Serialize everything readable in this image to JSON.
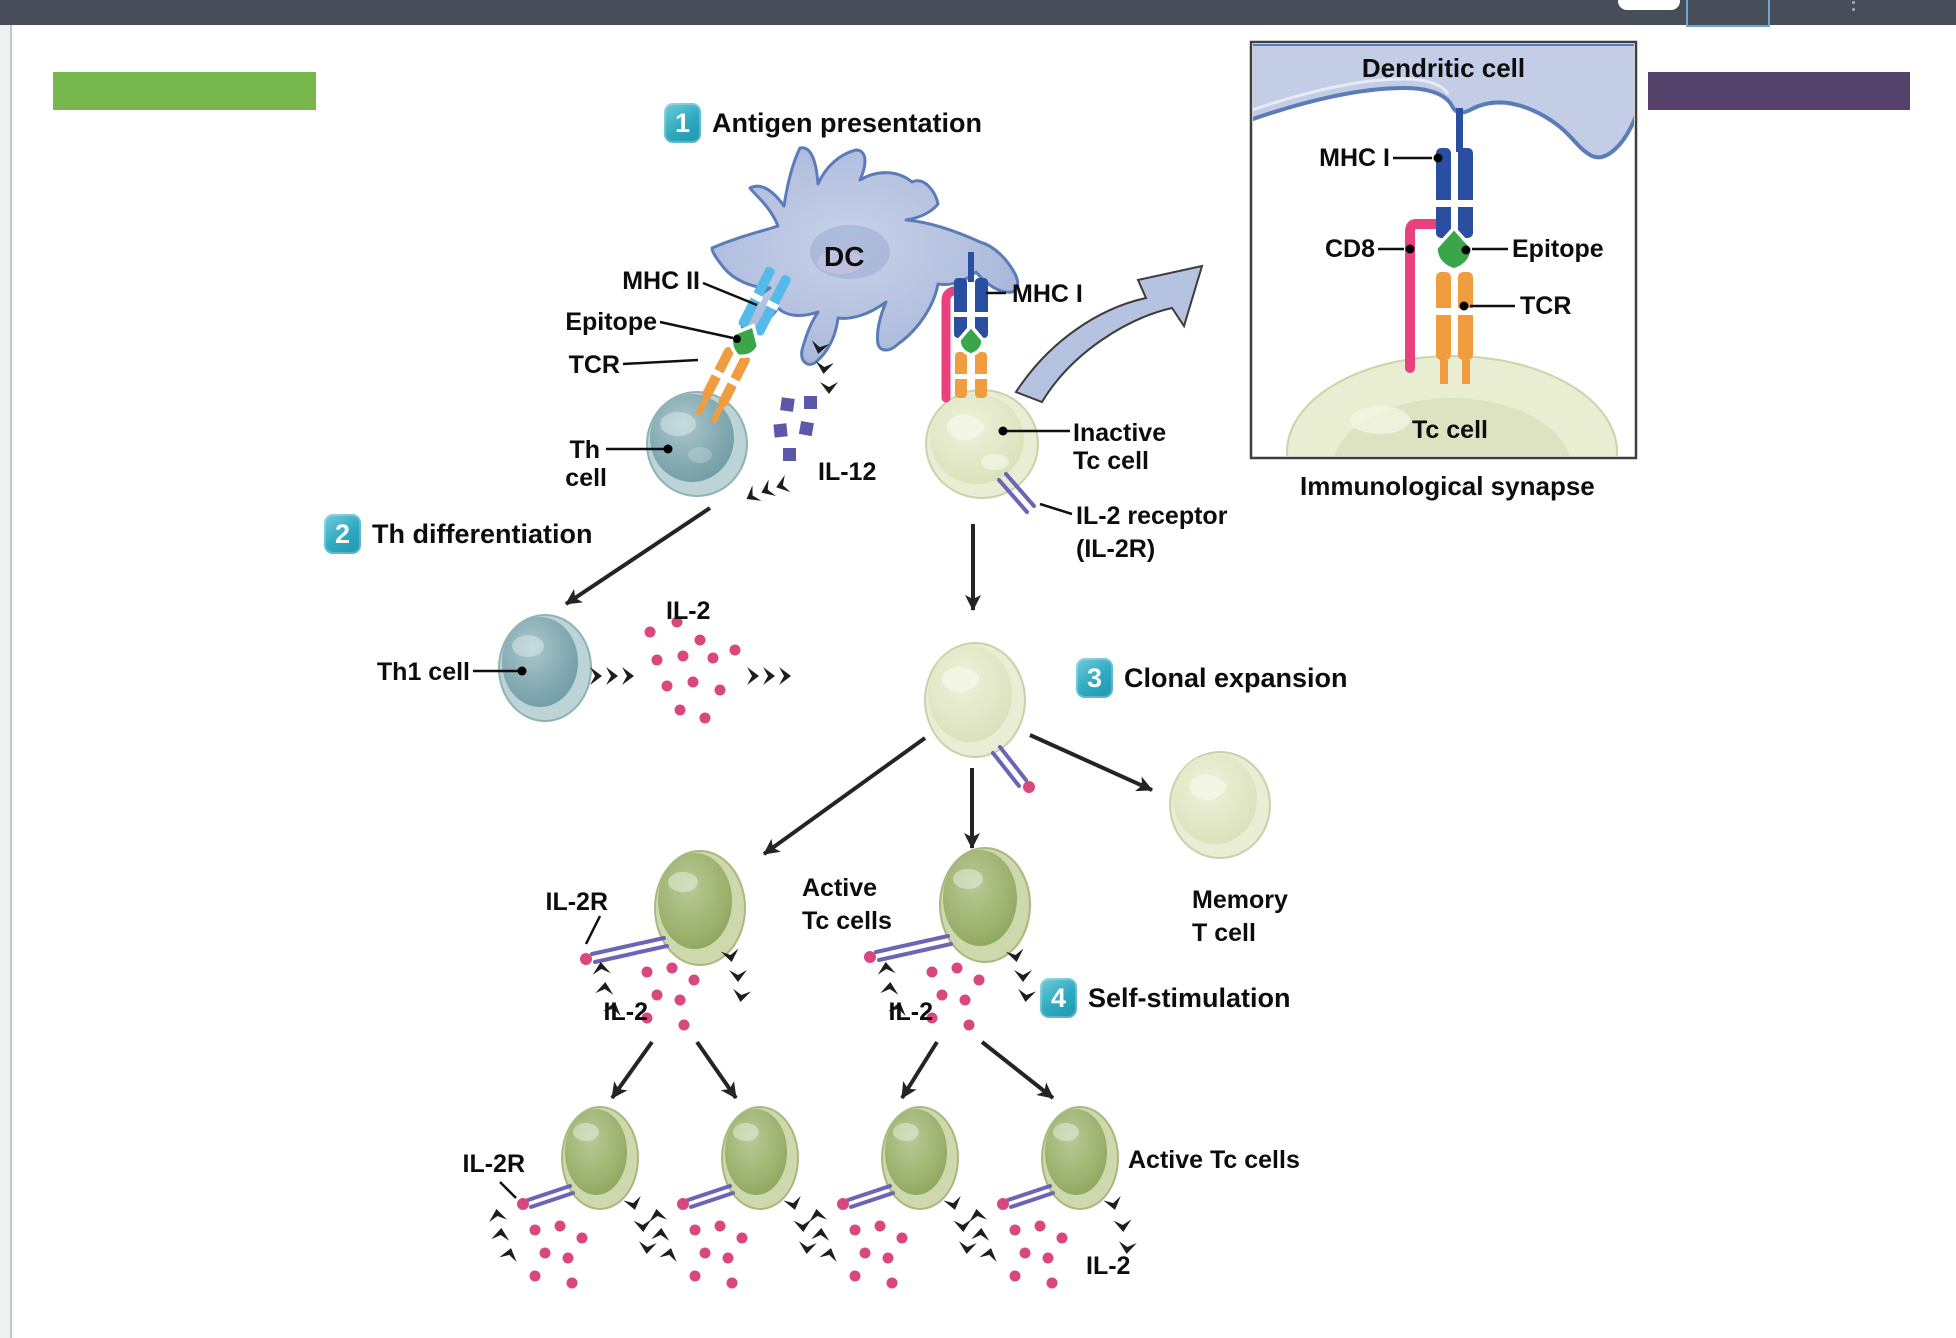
{
  "colors": {
    "topbar": "#474e59",
    "green_bar": "#77b74d",
    "purple_bar": "#534169",
    "badge_teal": "#2fa9c0",
    "il2_pink": "#d8487c",
    "il12_purple": "#5c57a9",
    "mhc2_blue": "#55b9e9",
    "mhc1_blue": "#2b4fa0",
    "tcr_orange": "#f09d3f",
    "cd8_pink": "#e8417e",
    "epitope_green": "#3ba54a",
    "il2r_purple": "#6a65b5"
  },
  "figure": {
    "steps": [
      {
        "num": "1",
        "title": "Antigen presentation"
      },
      {
        "num": "2",
        "title": "Th differentiation"
      },
      {
        "num": "3",
        "title": "Clonal expansion"
      },
      {
        "num": "4",
        "title": "Self-stimulation"
      }
    ],
    "antigen_presentation": {
      "dc": "DC",
      "mhc_ii": "MHC II",
      "epitope": "Epitope",
      "tcr": "TCR",
      "th_cell": [
        "Th",
        "cell"
      ],
      "il12": "IL-12",
      "mhc_i": "MHC I",
      "inactive_tc": [
        "Inactive",
        "Tc cell"
      ],
      "il2_receptor": [
        "IL-2 receptor",
        "(IL-2R)"
      ]
    },
    "th_differentiation": {
      "th1_cell": "Th1 cell",
      "il2": "IL-2"
    },
    "clonal_expansion": {
      "active_tc": [
        "Active",
        "Tc cells"
      ],
      "memory": [
        "Memory",
        "T cell"
      ]
    },
    "self_stimulation": {
      "il2r_mid": "IL-2R",
      "il2_mid_left": "IL-2",
      "il2_mid_right": "IL-2",
      "il2r_bottom": "IL-2R",
      "active_bottom": "Active Tc cells",
      "il2_bottom": "IL-2"
    },
    "inset": {
      "dendritic_cell": "Dendritic cell",
      "mhc_i": "MHC I",
      "cd8": "CD8",
      "epitope": "Epitope",
      "tcr": "TCR",
      "tc_cell": "Tc cell",
      "caption": "Immunological synapse"
    }
  }
}
